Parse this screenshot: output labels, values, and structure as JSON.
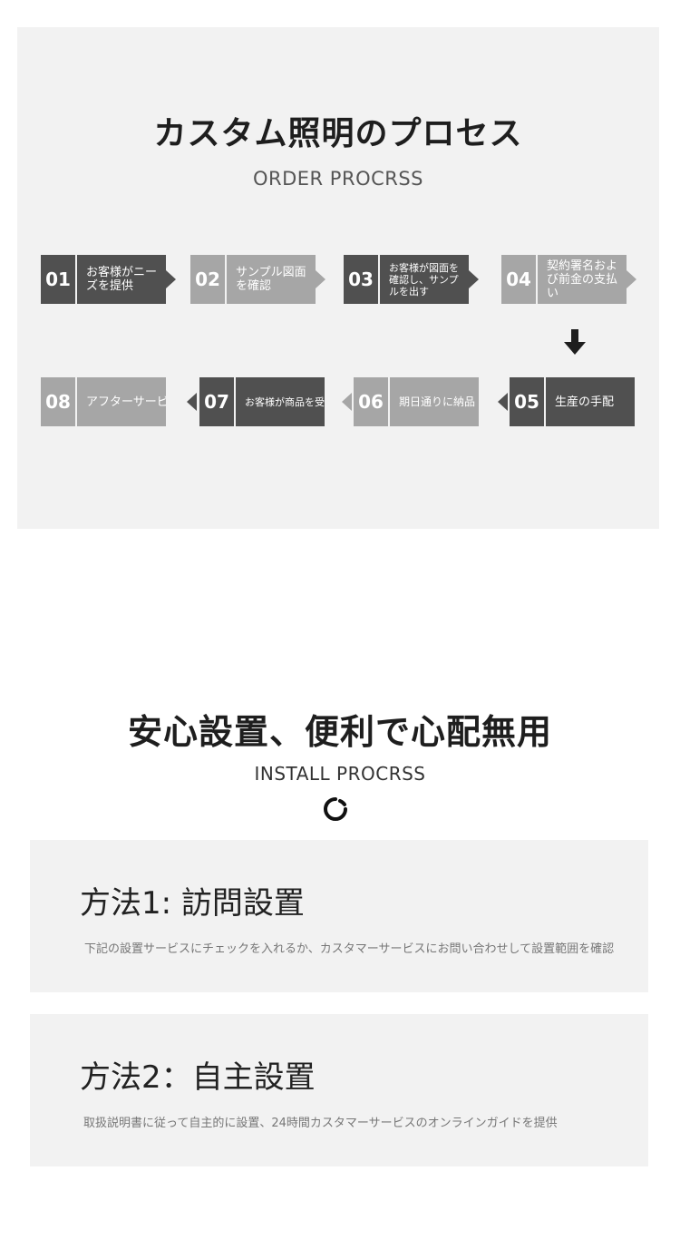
{
  "process": {
    "title": "カスタム照明のプロセス",
    "subtitle": "ORDER PROCRSS",
    "steps": [
      {
        "num": "01",
        "label": "お客様がニーズを提供"
      },
      {
        "num": "02",
        "label": "サンプル図面を確認"
      },
      {
        "num": "03",
        "label": "お客様が図面を確認し、サンプルを出す"
      },
      {
        "num": "04",
        "label": "契約署名および前金の支払い"
      },
      {
        "num": "05",
        "label": "生産の手配"
      },
      {
        "num": "06",
        "label": "期日通りに納品"
      },
      {
        "num": "07",
        "label": "お客様が商品を受け取る"
      },
      {
        "num": "08",
        "label": "アフターサービス"
      }
    ]
  },
  "install": {
    "title": "安心設置、便利で心配無用",
    "subtitle": "INSTALL PROCRSS",
    "methods": [
      {
        "title": "方法1: 訪問設置",
        "desc": "下記の設置サービスにチェックを入れるか、カスタマーサービスにお問い合わせして設置範囲を確認"
      },
      {
        "title": "方法2：自主設置",
        "desc": "取扱説明書に従って自主的に設置、24時間カスタマーサービスのオンラインガイドを提供"
      }
    ]
  },
  "colors": {
    "dark": "#505050",
    "light": "#a6a6a6",
    "panel": "#f2f2f2"
  },
  "icons": [
    "arrow-down-icon",
    "loading-spinner-icon"
  ]
}
